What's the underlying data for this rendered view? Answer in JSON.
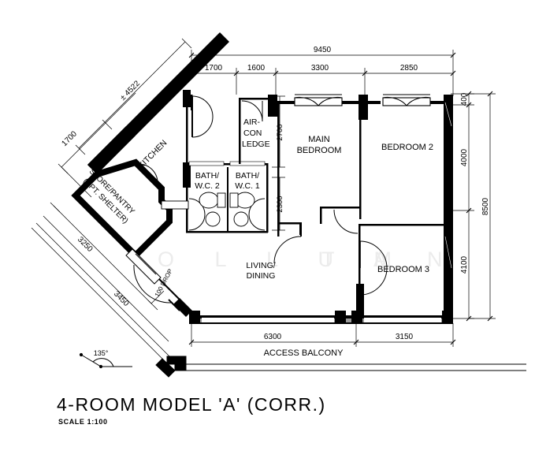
{
  "drawing": {
    "title": "4-ROOM MODEL 'A' (CORR.)",
    "scale_label": "SCALE  1:100",
    "watermark": "OLLUM TAN",
    "angle_note": "135°",
    "drop_note": "100 DROP"
  },
  "rooms": [
    {
      "id": "kitchen",
      "label": "KITCHEN"
    },
    {
      "id": "store-pantry",
      "label_line1": "STORE/PANTRY",
      "label_line2": "(APT. SHELTER)"
    },
    {
      "id": "aircon-ledge",
      "label_line1": "AIR-",
      "label_line2": "CON",
      "label_line3": "LEDGE"
    },
    {
      "id": "bath-wc-2",
      "label_line1": "BATH/",
      "label_line2": "W.C.  2"
    },
    {
      "id": "bath-wc-1",
      "label_line1": "BATH/",
      "label_line2": "W.C.  1"
    },
    {
      "id": "main-bedroom",
      "label_line1": "MAIN",
      "label_line2": "BEDROOM"
    },
    {
      "id": "bedroom-2",
      "label": "BEDROOM  2"
    },
    {
      "id": "bedroom-3",
      "label": "BEDROOM  3"
    },
    {
      "id": "living-dining",
      "label_line1": "LIVING/",
      "label_line2": "DINING"
    },
    {
      "id": "access-balcony",
      "label": "ACCESS   BALCONY"
    }
  ],
  "dimensions": {
    "top_overall": "9450",
    "top_segments": [
      "1700",
      "1600",
      "3300",
      "2850"
    ],
    "right_overall": "8500",
    "right_segments": [
      "400",
      "4000",
      "4100"
    ],
    "bottom_segments": [
      "6300",
      "3150"
    ],
    "left_diagonal_overall": "± 4522",
    "left_diagonal_segment": "1700",
    "lower_diagonal_a": "3250",
    "lower_diagonal_b": "3450",
    "interior_v1": "2700",
    "interior_v2": "2300"
  },
  "colors": {
    "wall": "#000000",
    "line": "#000000",
    "thin": "#3a3a3a",
    "watermark": "#e9e9e9",
    "balcony_fill": "#9a9a9a"
  }
}
